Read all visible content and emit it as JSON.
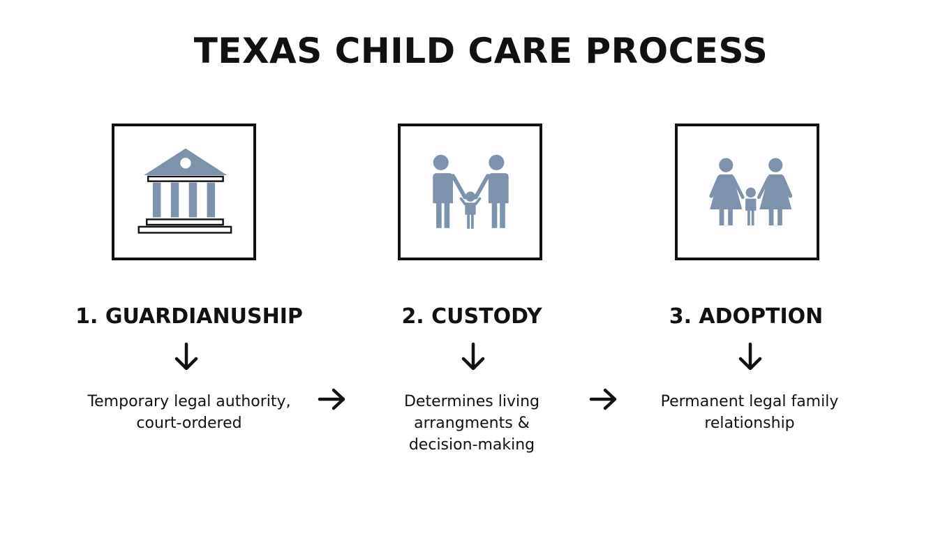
{
  "title": "TEXAS CHILD CARE PROCESS",
  "colors": {
    "icon": "#7e93ab",
    "ink": "#111111",
    "background": "#ffffff"
  },
  "steps": [
    {
      "heading": "1. GUARDIANUSHIP",
      "icon": "courthouse-icon",
      "description_lines": [
        "Temporary legal authority,",
        "court-ordered"
      ]
    },
    {
      "heading": "2. CUSTODY",
      "icon": "family-two-parents-icon",
      "description_lines": [
        "Determines living",
        "arrangments &",
        "decision-making"
      ]
    },
    {
      "heading": "3. ADOPTION",
      "icon": "family-adoption-icon",
      "description_lines": [
        "Permanent legal family",
        "relationship"
      ]
    }
  ]
}
